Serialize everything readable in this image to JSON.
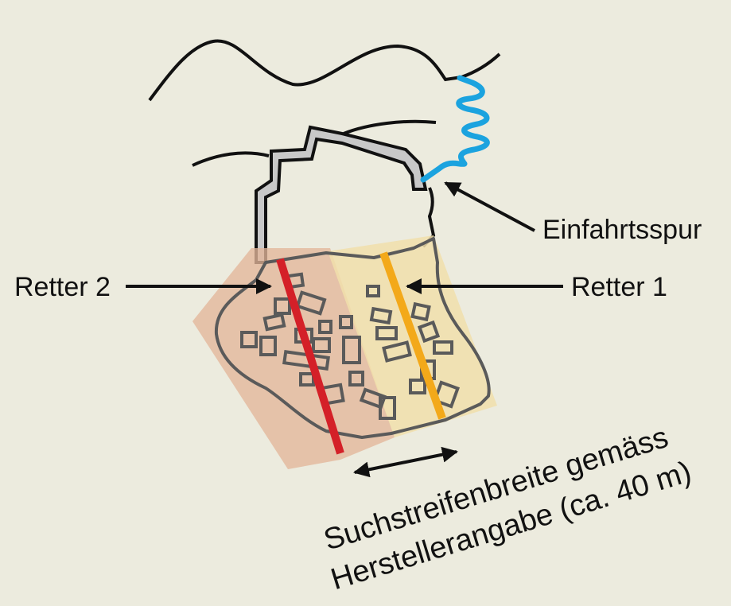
{
  "labels": {
    "entry_track": "Einfahrtsspur",
    "rescuer_2": "Retter 2",
    "rescuer_1": "Retter 1",
    "search_width_line1": "Suchstreifenbreite gemäss",
    "search_width_line2": "Herstellerangabe (ca. 40 m)"
  },
  "colors": {
    "background": "#ecebde",
    "outline": "#111111",
    "debris_outline": "#5a5a5a",
    "left_strip_fill": "#e3b69a",
    "right_strip_fill": "#f1dfab",
    "rescuer_2_line": "#d42028",
    "rescuer_1_line": "#f3a91a",
    "entry_track_line": "#1ba3df",
    "slope_edge_fill": "#c8c8c8"
  }
}
